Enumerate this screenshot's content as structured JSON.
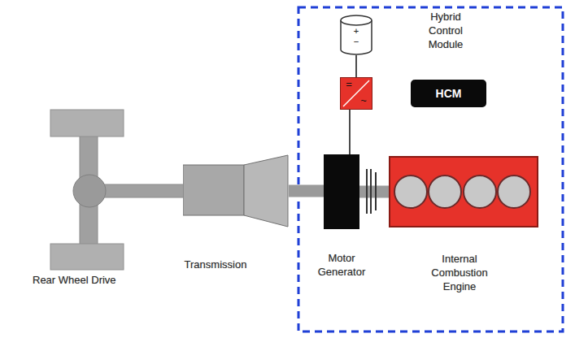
{
  "diagram": {
    "nodes": [
      {
        "text": [
          "Transmission"
        ]
      },
      {
        "text": [
          "Motor Generator"
        ]
      },
      {
        "text": [
          "Internal Combustion Engine"
        ]
      },
      {
        "text": [
          "+",
          "−"
        ]
      },
      {
        "text": [
          "=",
          "~"
        ]
      },
      {
        "text": [
          "Hybrid Control Module",
          "HCM"
        ]
      }
    ],
    "edges": [
      {
        "from": 0,
        "to": 1,
        "arrow": "none"
      },
      {
        "from": 1,
        "to": 2,
        "arrow": "none"
      },
      {
        "from": 3,
        "to": 4,
        "arrow": "none"
      },
      {
        "from": 4,
        "to": 1,
        "arrow": "none"
      }
    ],
    "labels": [
      "Rear Wheel Drive"
    ]
  }
}
